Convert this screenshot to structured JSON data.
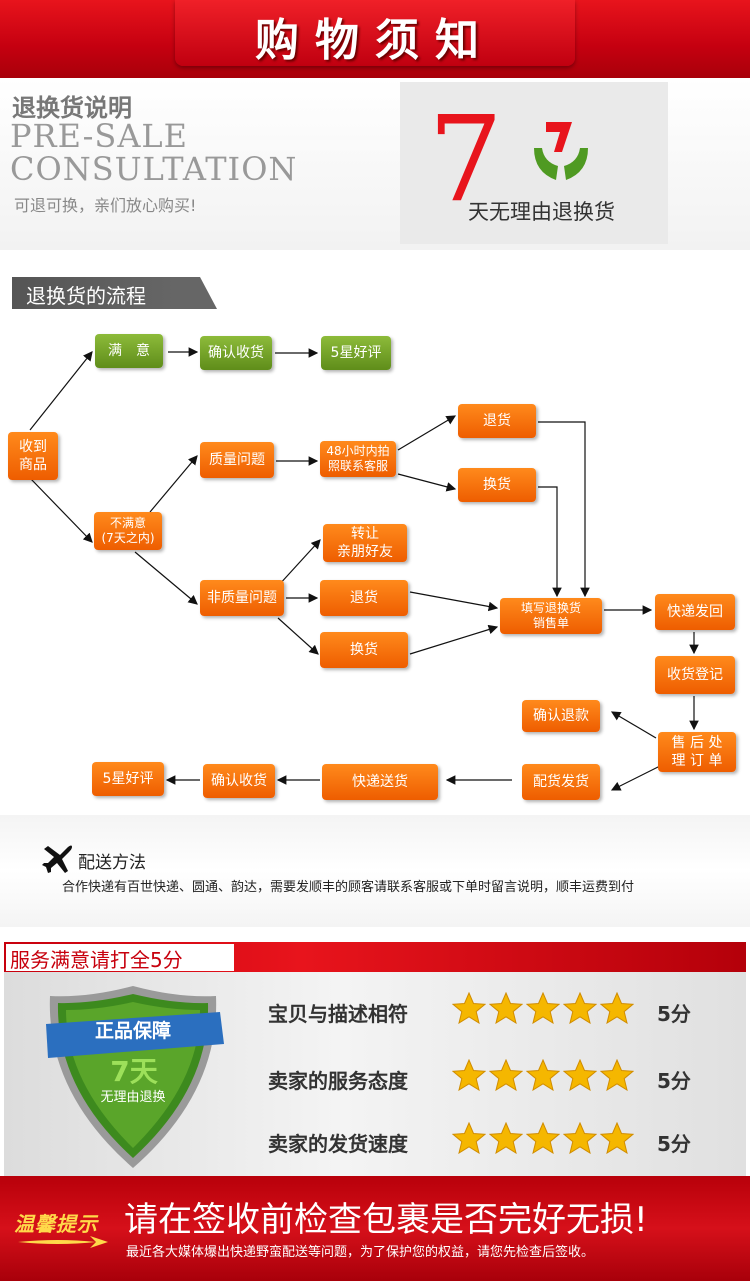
{
  "header": {
    "title": "购物须知"
  },
  "intro": {
    "title": "退换货说明",
    "en_line1": "PRE-SALE",
    "en_line2": "CONSULTATION",
    "subtitle": "可退可换，亲们放心购买!",
    "seven_number": "7",
    "seven_text": "天无理由退换货"
  },
  "flow": {
    "title": "退换货的流程",
    "receive": [
      "收到",
      "商品"
    ],
    "satisfied": "满　意",
    "confirm_receipt_top": "确认收货",
    "five_star_top": "5星好评",
    "unsatisfied": [
      "不满意",
      "(7天之内)"
    ],
    "quality_issue": "质量问题",
    "contact_48h": [
      "48小时内拍",
      "照联系客服"
    ],
    "return_top": "退货",
    "exchange_top": "换货",
    "non_quality_issue": "非质量问题",
    "transfer": [
      "转让",
      "亲朋好友"
    ],
    "return_mid": "退货",
    "exchange_mid": "换货",
    "fill_form": [
      "填写退换货",
      "销售单"
    ],
    "express_send": "快递发回",
    "receipt_register": "收货登记",
    "after_sales": [
      "售 后 处",
      "理 订 单"
    ],
    "confirm_refund": "确认退款",
    "ship_replacement": "配货发货",
    "express_deliver": "快递送货",
    "confirm_receipt_bottom": "确认收货",
    "five_star_bottom": "5星好评"
  },
  "delivery": {
    "title": "配送方法",
    "text": "合作快递有百世快递、圆通、韵达，需要发顺丰的顾客请联系客服或下单时留言说明，顺丰运费到付"
  },
  "service": {
    "title": "服务满意请打全5分",
    "shield_label": "正品保障",
    "shield_seven": "7天",
    "shield_sub": "无理由退换",
    "ratings": [
      {
        "label": "宝贝与描述相符",
        "score": "5分",
        "stars": 5
      },
      {
        "label": "卖家的服务态度",
        "score": "5分",
        "stars": 5
      },
      {
        "label": "卖家的发货速度",
        "score": "5分",
        "stars": 5
      }
    ]
  },
  "reminder": {
    "label": "温馨提示",
    "main": "请在签收前检查包裹是否完好无损!",
    "sub": "最近各大媒体爆出快递野蛮配送等问题，为了保护您的权益，请您先检查后签收。"
  },
  "colors": {
    "red": "#e8141c",
    "green": "#6f9e24",
    "orange": "#f46c08",
    "star": "#f5b700"
  }
}
